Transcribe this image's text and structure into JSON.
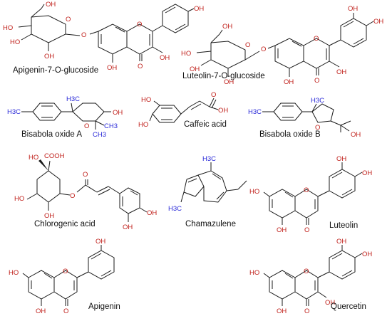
{
  "colors": {
    "oxygen": "#c0201b",
    "methyl": "#2a2ad8",
    "bond": "#1a1a1a"
  },
  "compounds": [
    {
      "name": "Apigenin-7-O-glucoside",
      "atoms": [
        "OH",
        "OH",
        "HO",
        "HO",
        "O",
        "O",
        "O",
        "OH",
        "OH",
        "O",
        "OH"
      ]
    },
    {
      "name": "Luteolin-7-O-glucoside",
      "atoms": [
        "OH",
        "OH",
        "HO",
        "OH",
        "O",
        "O",
        "O",
        "OH",
        "OH",
        "O",
        "OH",
        "OH"
      ]
    },
    {
      "name": "Bisabola oxide A",
      "atoms": [
        "H3C",
        "H3C",
        "O",
        "OH",
        "CH3",
        "CH3"
      ]
    },
    {
      "name": "Caffeic acid",
      "atoms": [
        "HO",
        "HO",
        "OH",
        "O"
      ]
    },
    {
      "name": "Bisabola oxide B",
      "atoms": [
        "H3C",
        "H3C",
        "O",
        "OH"
      ]
    },
    {
      "name": "Chlorogenic acid",
      "atoms": [
        "COOH",
        "HO",
        "HO",
        "OH",
        "O",
        "O",
        "OH",
        "OH"
      ]
    },
    {
      "name": "Chamazulene",
      "atoms": [
        "H3C",
        "H3C"
      ]
    },
    {
      "name": "Luteolin",
      "atoms": [
        "OH",
        "OH",
        "HO",
        "O",
        "OH",
        "O"
      ]
    },
    {
      "name": "Apigenin",
      "atoms": [
        "OH",
        "HO",
        "O",
        "OH",
        "O"
      ]
    },
    {
      "name": "Quercetin",
      "atoms": [
        "OH",
        "OH",
        "HO",
        "O",
        "OH",
        "OH",
        "O"
      ]
    }
  ]
}
